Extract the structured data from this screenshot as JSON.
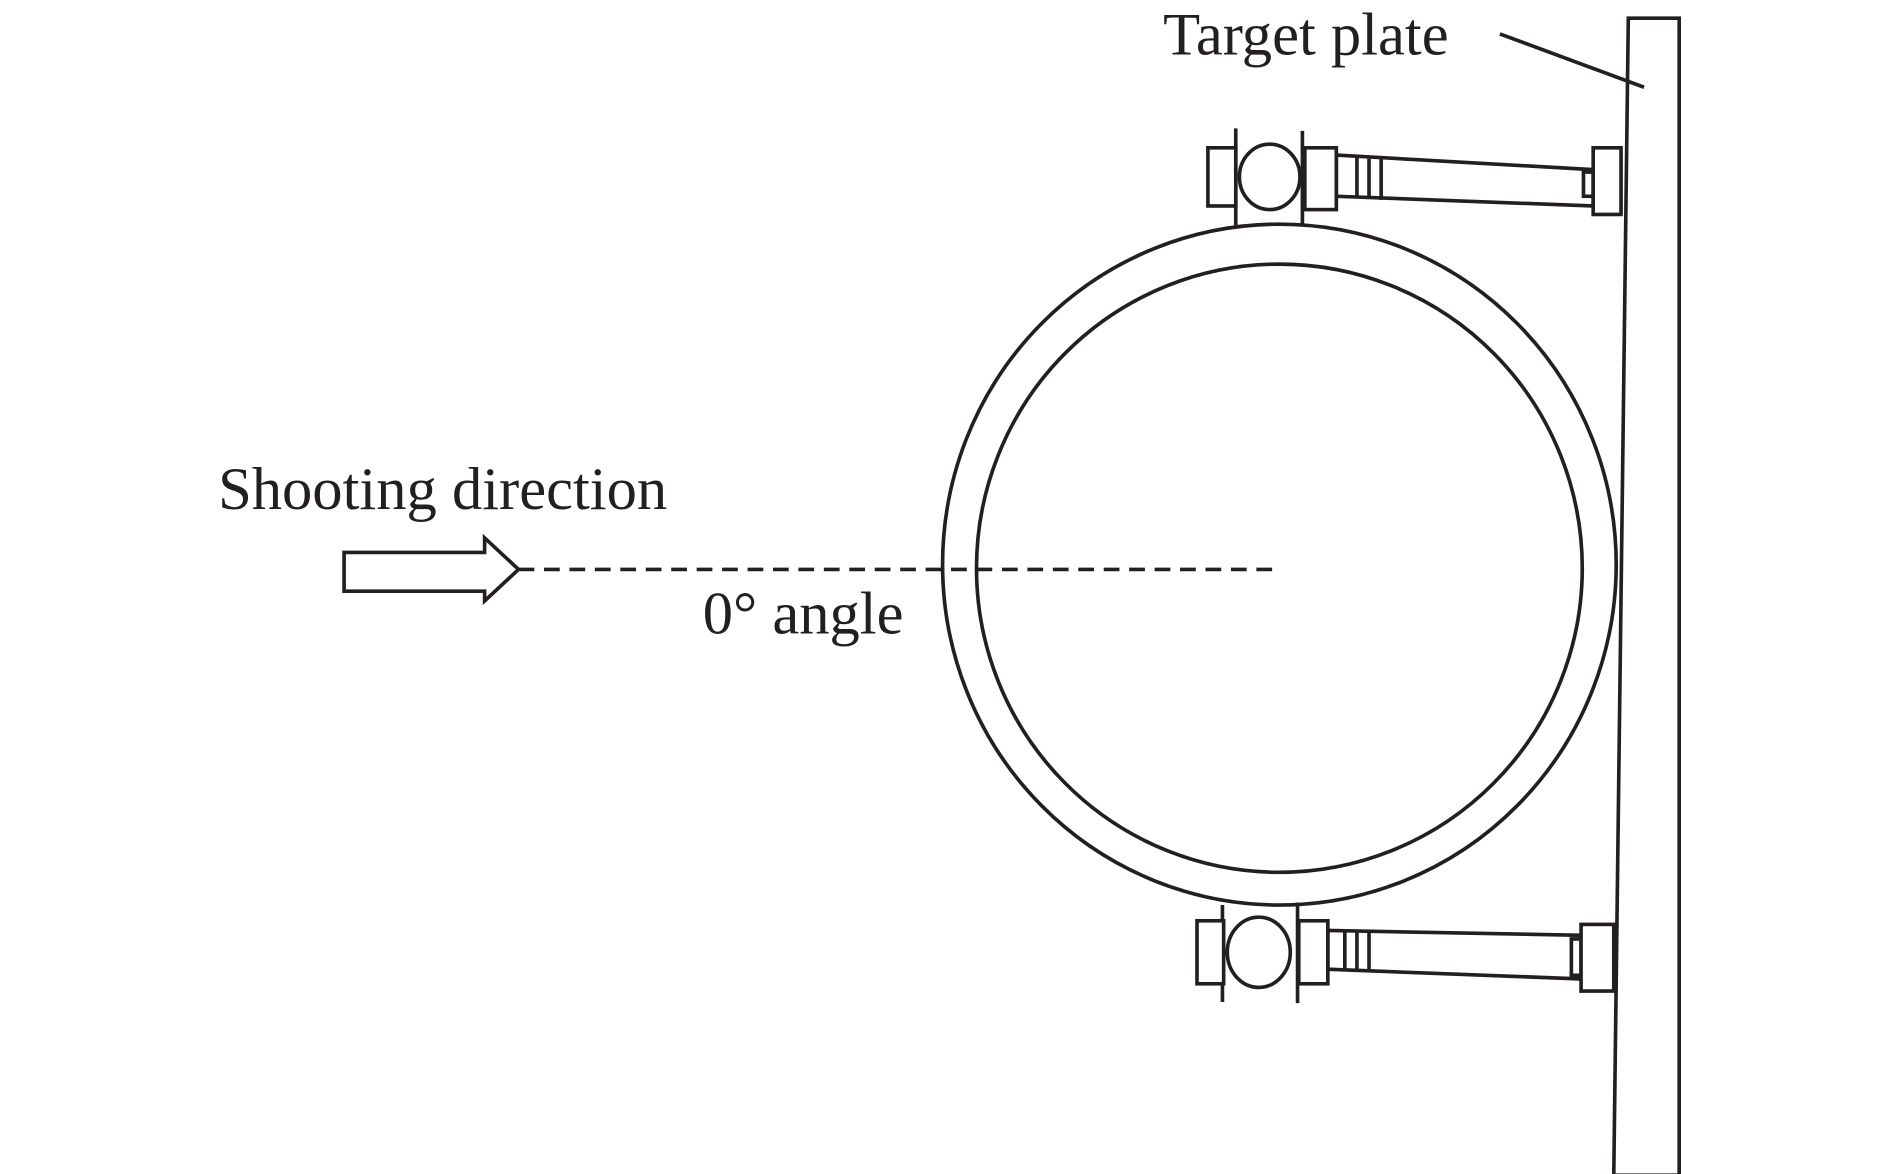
{
  "labels": {
    "target_plate": "Target plate",
    "shooting_direction": "Shooting direction",
    "angle": "0° angle"
  },
  "colors": {
    "stroke": "#231f20",
    "background": "#ffffff"
  }
}
